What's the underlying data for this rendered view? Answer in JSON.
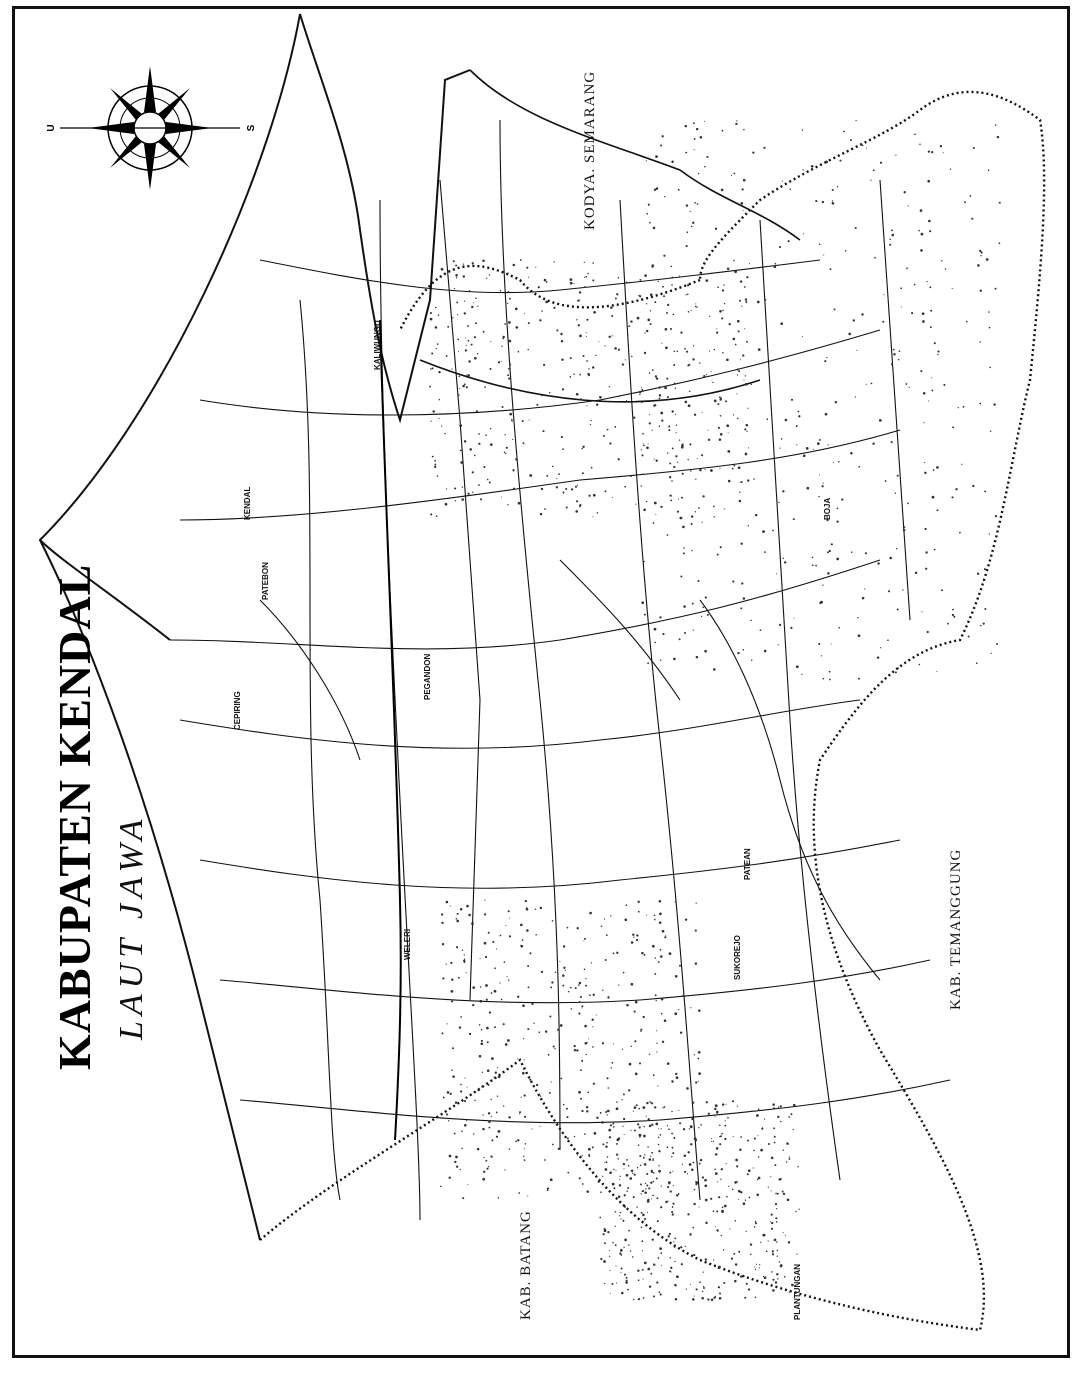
{
  "title": "KABUPATEN KENDAL",
  "sea": "LAUT JAWA",
  "neighbors": {
    "east": "KODYA. SEMARANG",
    "south": "KAB. TEMANGGUNG",
    "west": "KAB. BATANG"
  },
  "compass": {
    "north": "U",
    "south": "S"
  },
  "towns": {
    "t1": "KENDAL",
    "t2": "PATEBON",
    "t3": "PEGANDON",
    "t4": "CEPIRING",
    "t5": "WELERI",
    "t6": "SUKOREJO",
    "t7": "PLANTUNGAN",
    "t8": "BOJA",
    "t9": "KALIWUNGU",
    "t10": "PATEAN"
  }
}
